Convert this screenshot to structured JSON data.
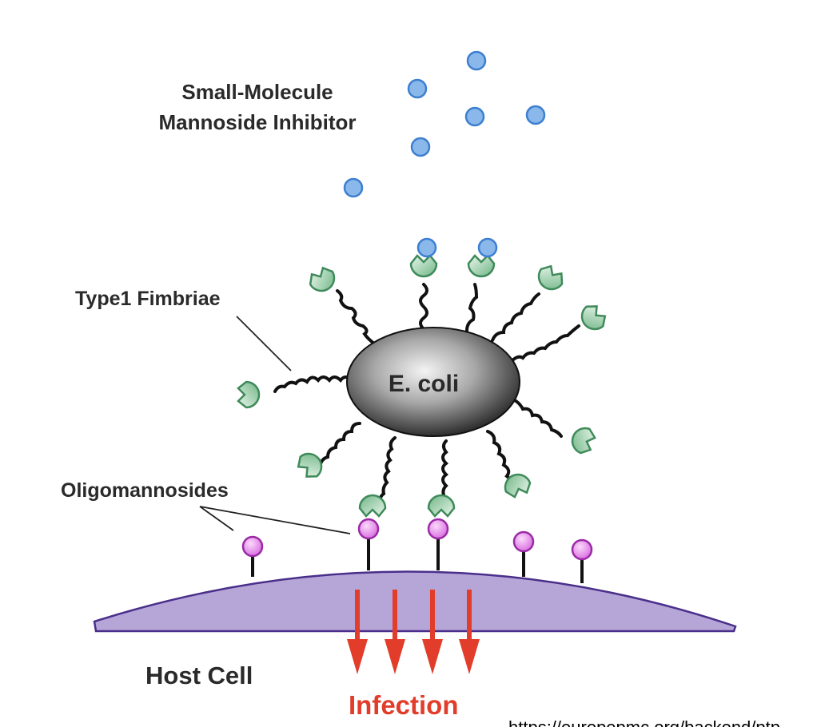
{
  "labels": {
    "inhibitor_line1": "Small-Molecule",
    "inhibitor_line2": "Mannoside Inhibitor",
    "fimbriae": "Type1 Fimbriae",
    "bacterium": "E. coli",
    "oligomannosides": "Oligomannosides",
    "host_cell": "Host Cell",
    "infection": "Infection"
  },
  "source_url": "https://europepmc.org/backend/ptp",
  "colors": {
    "inhibitor": "#8ab8ea",
    "inhibitor_stroke": "#3d7fd0",
    "adhesin": "#8ec9a0",
    "adhesin_stroke": "#3f8a5a",
    "oligomannoside": "#e07be6",
    "oligomannoside_stroke": "#9a2aa5",
    "membrane": "#b6a6d8",
    "membrane_stroke": "#4a2f8a",
    "infection_arrow": "#e23c2a",
    "infection_text": "#e23c2a",
    "bacterium_light": "#f2f2f2",
    "bacterium_dark": "#1e1e1e"
  }
}
